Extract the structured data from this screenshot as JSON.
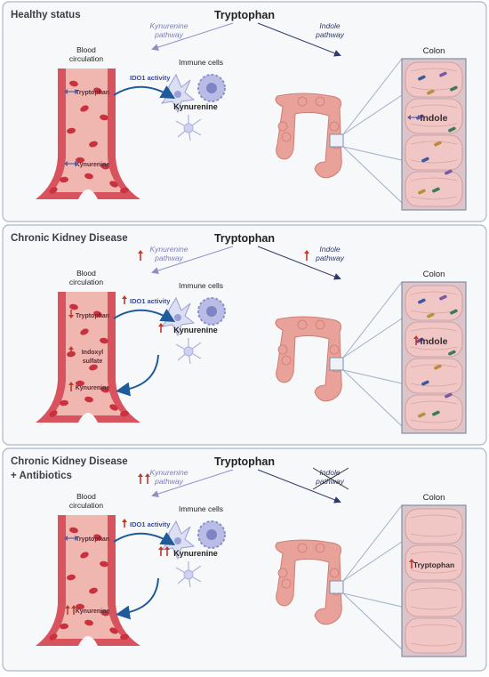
{
  "colors": {
    "panel_border": "#a9b6c6",
    "panel_fill": "#f7f8fa",
    "vessel": "#d9535f",
    "vessel_inner": "#f0b7b1",
    "rbc": "#c9313f",
    "kyn_arrow": "#8b8fc6",
    "indole_arrow": "#2f3a6b",
    "curve_arrow": "#1d5b9a",
    "up_arrow": "#c0392b",
    "colon": "#e8a29a",
    "colon_dark": "#cf7c74",
    "immune": "#9a9ed6"
  },
  "panels": [
    {
      "title": [
        "Healthy status"
      ],
      "tryptophan": "Tryptophan",
      "kyn_pathway": [
        "Kynurenine",
        "pathway"
      ],
      "indole_pathway": [
        "Indole",
        "pathway"
      ],
      "blood_label": [
        "Blood",
        "circulation"
      ],
      "immune_label": "Immune cells",
      "ido1_label": "IDO1 activity",
      "kynurenine_label": "Kynurenine",
      "colon_label": "Colon",
      "vessel_labels": [
        {
          "text": [
            "Tryptophan"
          ],
          "mark": "both"
        },
        {
          "text": [
            "Kynurenine"
          ],
          "mark": "both"
        }
      ],
      "colon_text": "Indole",
      "colon_mark": "both",
      "kyn_up": 0,
      "indole_up": 0,
      "ido_up": 0,
      "kyn_product_up": 0,
      "indole_crossed": false,
      "curve_arrow": false
    },
    {
      "title": [
        "Chronic Kidney Disease"
      ],
      "tryptophan": "Tryptophan",
      "kyn_pathway": [
        "Kynurenine",
        "pathway"
      ],
      "indole_pathway": [
        "Indole",
        "pathway"
      ],
      "blood_label": [
        "Blood",
        "circulation"
      ],
      "immune_label": "Immune cells",
      "ido1_label": "IDO1 activity",
      "kynurenine_label": "Kynurenine",
      "colon_label": "Colon",
      "vessel_labels": [
        {
          "text": [
            "Tryptophan"
          ],
          "mark": "down"
        },
        {
          "text": [
            "Indoxyl",
            "sulfate"
          ],
          "mark": "up"
        },
        {
          "text": [
            "Kynurenine"
          ],
          "mark": "up"
        }
      ],
      "colon_text": "Indole",
      "colon_mark": "up",
      "kyn_up": 1,
      "indole_up": 1,
      "ido_up": 1,
      "kyn_product_up": 1,
      "indole_crossed": false,
      "curve_arrow": true
    },
    {
      "title": [
        "Chronic Kidney Disease",
        "+ Antibiotics"
      ],
      "tryptophan": "Tryptophan",
      "kyn_pathway": [
        "Kynurenine",
        "pathway"
      ],
      "indole_pathway": [
        "Indole",
        "pathway"
      ],
      "blood_label": [
        "Blood",
        "circulation"
      ],
      "immune_label": "Immune cells",
      "ido1_label": "IDO1 activity",
      "kynurenine_label": "Kynurenine",
      "colon_label": "Colon",
      "vessel_labels": [
        {
          "text": [
            "Tryptophan"
          ],
          "mark": "both"
        },
        {
          "text": [
            "Kynurenine"
          ],
          "mark": "up2"
        }
      ],
      "colon_text": "Tryptophan",
      "colon_mark": "up",
      "kyn_up": 2,
      "indole_up": 0,
      "ido_up": 1,
      "kyn_product_up": 2,
      "indole_crossed": true,
      "curve_arrow": true
    }
  ]
}
